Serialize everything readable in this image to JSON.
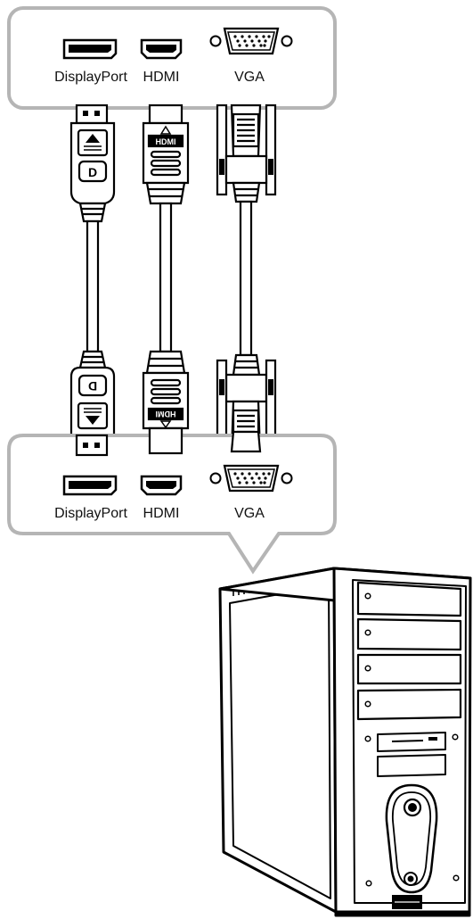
{
  "top_panel": {
    "ports": [
      {
        "label": "DisplayPort",
        "icon": "displayport-port-icon"
      },
      {
        "label": "HDMI",
        "icon": "hdmi-port-icon"
      },
      {
        "label": "VGA",
        "icon": "vga-port-icon"
      }
    ]
  },
  "cables": [
    {
      "type": "DisplayPort",
      "icon": "displayport-cable-icon",
      "logo": "D"
    },
    {
      "type": "HDMI",
      "icon": "hdmi-cable-icon",
      "logo": "HDMI"
    },
    {
      "type": "VGA",
      "icon": "vga-cable-icon"
    }
  ],
  "bottom_panel": {
    "ports": [
      {
        "label": "DisplayPort",
        "icon": "displayport-port-icon"
      },
      {
        "label": "HDMI",
        "icon": "hdmi-port-icon"
      },
      {
        "label": "VGA",
        "icon": "vga-port-icon"
      }
    ]
  },
  "computer": {
    "icon": "desktop-tower-pc-icon"
  },
  "colors": {
    "stroke": "#000000",
    "panel_border": "#b5b5b5",
    "background": "#ffffff"
  }
}
